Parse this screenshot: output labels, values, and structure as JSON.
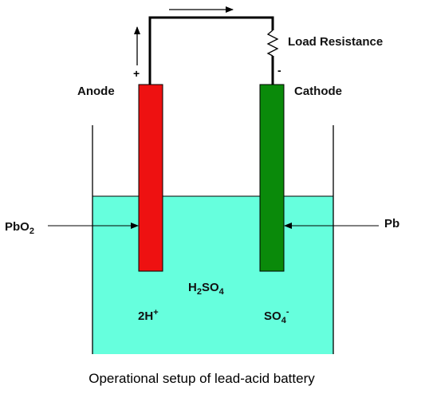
{
  "labels": {
    "load_resistance": "Load Resistance",
    "anode": "Anode",
    "cathode": "Cathode",
    "anode_sign": "+",
    "cathode_sign": "-",
    "pbo2_base": "PbO",
    "pbo2_sub": "2",
    "pb": "Pb",
    "h2so4_h": "H",
    "h2so4_sub1": "2",
    "h2so4_so": "SO",
    "h2so4_sub2": "4",
    "h_ion_base": "2H",
    "h_ion_sup": "+",
    "so4_base": "SO",
    "so4_sub": "4",
    "so4_sup": "-"
  },
  "caption": "Operational setup of lead-acid battery",
  "colors": {
    "anode": "#ee1111",
    "cathode": "#0a8a0a",
    "electrolyte": "#66ffdd",
    "wire": "#000000"
  }
}
